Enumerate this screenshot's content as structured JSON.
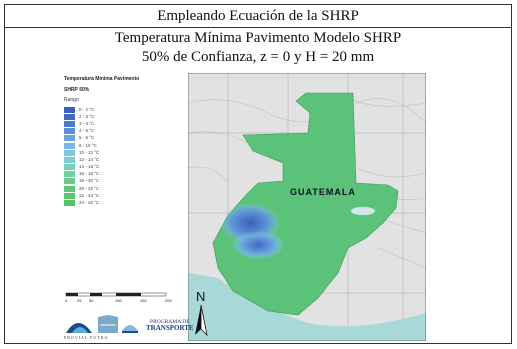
{
  "header": {
    "title": "Empleando Ecuación de la SHRP"
  },
  "subtitle": {
    "line1": "Temperatura Mínima Pavimento Modelo SHRP",
    "line2": "50% de Confianza, z = 0 y H = 20 mm"
  },
  "legend": {
    "title": "Temperatura Minima Pavimento",
    "subtitle": "SHRP 50%",
    "range_label": "Rango",
    "items": [
      {
        "label": "0 - 2 °C",
        "color": "#3b5fb6"
      },
      {
        "label": "2 - 3 °C",
        "color": "#4169c1"
      },
      {
        "label": "3 - 4 °C",
        "color": "#4a7bcc"
      },
      {
        "label": "4 - 5 °C",
        "color": "#5b8fd6"
      },
      {
        "label": "5 - 6 °C",
        "color": "#6aa2de"
      },
      {
        "label": "6 - 10 °C",
        "color": "#7cb7e5"
      },
      {
        "label": "10 - 12 °C",
        "color": "#7fc8df"
      },
      {
        "label": "12 - 14 °C",
        "color": "#7dd1cd"
      },
      {
        "label": "14 - 16 °C",
        "color": "#79d3b8"
      },
      {
        "label": "16 - 18 °C",
        "color": "#72d0a2"
      },
      {
        "label": "18 - 20 °C",
        "color": "#69cc8c"
      },
      {
        "label": "20 - 22 °C",
        "color": "#62c879"
      },
      {
        "label": "22 - 24 °C",
        "color": "#5dc56c"
      },
      {
        "label": "24 - 26 °C",
        "color": "#5ac262"
      }
    ]
  },
  "map": {
    "country_label": "GUATEMALA",
    "north_label": "N",
    "land_color": "#5cc27a",
    "cold_color": "#4a78c8"
  },
  "scale_bar": {
    "ticks": [
      "0",
      "25",
      "50",
      "100",
      "150",
      "200"
    ]
  },
  "logos": {
    "program_line1": "PROGRAMA DE",
    "program_line2": "TRANSPORTE",
    "partner": "PROVIAL  FUTRA"
  }
}
